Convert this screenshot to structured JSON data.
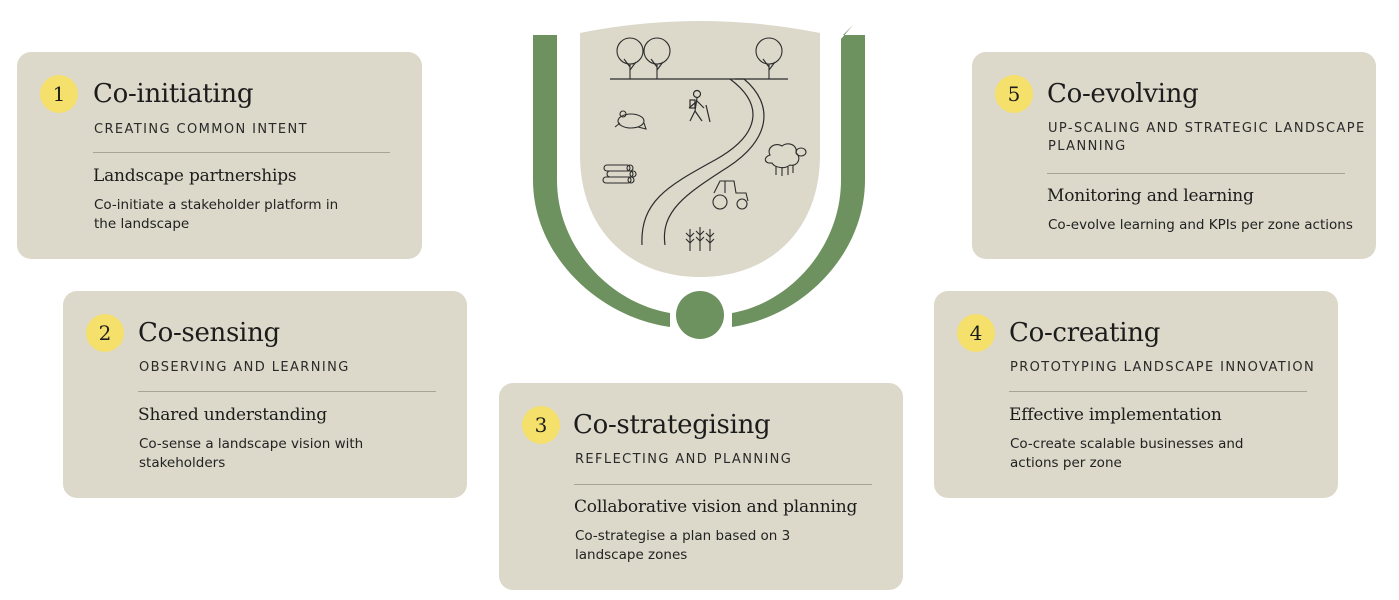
{
  "colors": {
    "card_bg": "#dcd8ca",
    "badge": "#f4e06a",
    "arc_green": "#6e9160",
    "shield_bg": "#dcd8ca"
  },
  "crest": {
    "icons": [
      "tree-icon",
      "tree-icon",
      "tree-icon",
      "frog-icon",
      "hiker-icon",
      "logs-icon",
      "sheep-icon",
      "tractor-icon",
      "wheat-icon",
      "path-icon"
    ]
  },
  "steps": [
    {
      "number": "1",
      "title": "Co-initiating",
      "subtitle": "CREATING COMMON INTENT",
      "heading": "Landscape partnerships",
      "description": "Co-initiate a stakeholder platform in the landscape"
    },
    {
      "number": "2",
      "title": "Co-sensing",
      "subtitle": "OBSERVING AND LEARNING",
      "heading": "Shared understanding",
      "description": "Co-sense a landscape vision with stakeholders"
    },
    {
      "number": "3",
      "title": "Co-strategising",
      "subtitle": "REFLECTING AND PLANNING",
      "heading": "Collaborative vision and planning",
      "description": "Co-strategise a plan based on 3 landscape zones"
    },
    {
      "number": "4",
      "title": "Co-creating",
      "subtitle": "PROTOTYPING LANDSCAPE INNOVATION",
      "heading": "Effective implementation",
      "description": "Co-create scalable businesses and actions per zone"
    },
    {
      "number": "5",
      "title": "Co-evolving",
      "subtitle": "UP-SCALING AND STRATEGIC LANDSCAPE PLANNING",
      "heading": "Monitoring and learning",
      "description": "Co-evolve learning and KPIs per zone actions"
    }
  ]
}
